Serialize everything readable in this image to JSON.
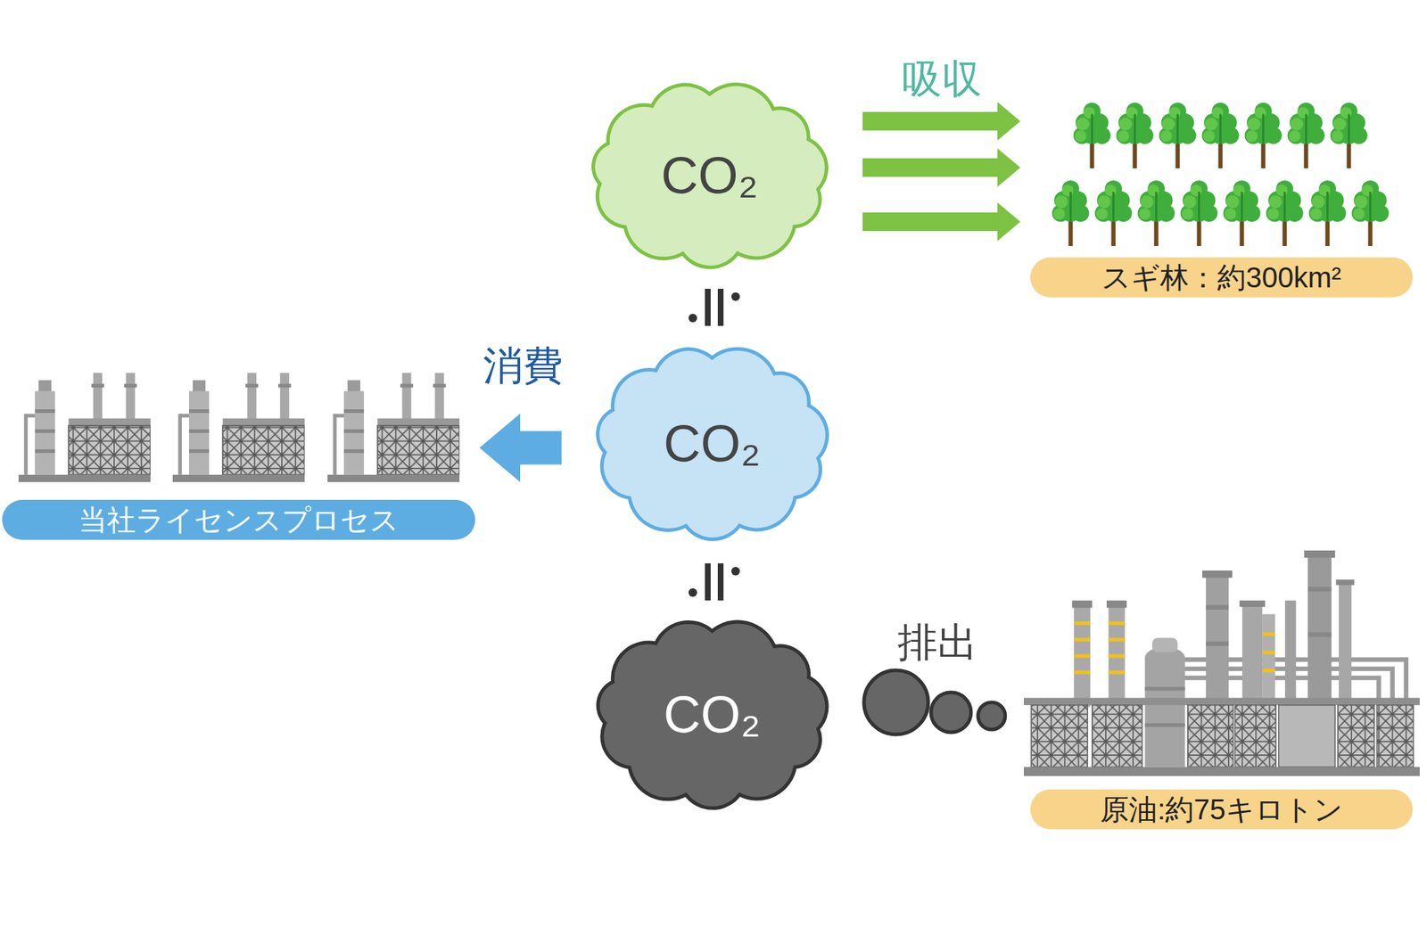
{
  "diagram": {
    "nodes": [
      {
        "text": [
          "CO₂"
        ]
      },
      {
        "text": [
          "スギ林：約300km²"
        ]
      },
      {
        "text": [
          "CO₂"
        ]
      },
      {
        "text": [
          "当社ライセンスプロセス"
        ]
      },
      {
        "text": [
          "CO₂"
        ]
      },
      {
        "text": [
          "原油:約75キロトン"
        ]
      }
    ],
    "edges": [
      {
        "from": 0,
        "to": 1,
        "label": "吸収",
        "arrow": "to"
      },
      {
        "from": 2,
        "to": 3,
        "label": "消費",
        "arrow": "to"
      },
      {
        "from": 5,
        "to": 4,
        "label": "排出",
        "arrow": "none"
      }
    ]
  }
}
